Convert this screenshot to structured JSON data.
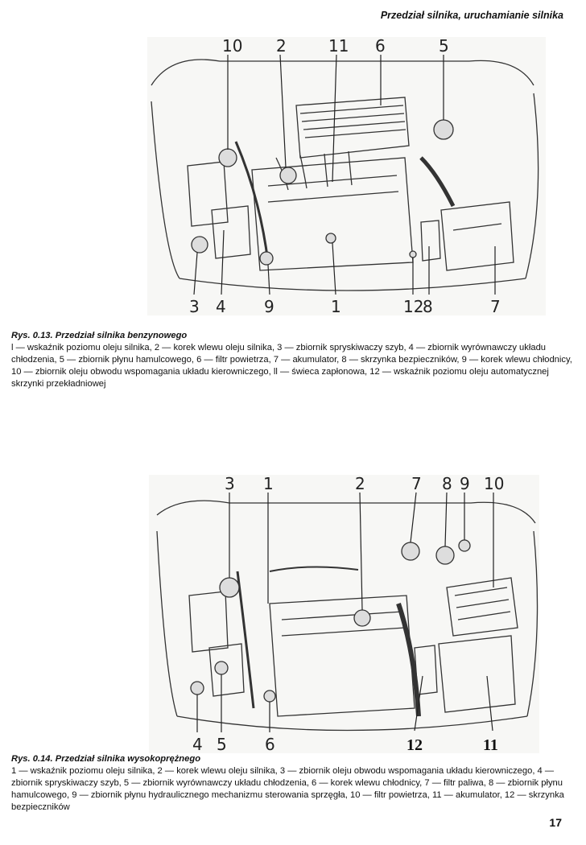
{
  "header": {
    "title": "Przedział silnika, uruchamianie silnika"
  },
  "figure1": {
    "labels_top": [
      "10",
      "2",
      "11",
      "6",
      "5"
    ],
    "labels_bottom": [
      "3",
      "4",
      "9",
      "1",
      "12",
      "8",
      "7"
    ]
  },
  "caption1": {
    "title": "Rys. 0.13. Przedział silnika benzynowego",
    "text": "l — wskaźnik poziomu oleju silnika, 2 — korek wlewu oleju silnika, 3 — zbiornik spryskiwaczy szyb, 4 — zbiornik wyrównawczy układu chłodzenia, 5 — zbiornik płynu hamulcowego, 6 — filtr powietrza, 7 — akumulator, 8 — skrzynka bezpieczników, 9 — korek wlewu chłodnicy, 10 — zbiornik oleju obwodu wspomagania układu kierowniczego, ll — świeca zapłonowa, 12 — wskaźnik poziomu oleju automatycznej skrzynki przekładniowej"
  },
  "figure2": {
    "labels_top": [
      "3",
      "1",
      "2",
      "7",
      "8",
      "9",
      "10"
    ],
    "labels_bottom": [
      "4",
      "5",
      "6",
      "12",
      "11"
    ]
  },
  "caption2": {
    "title": "Rys. 0.14. Przedział silnika wysokoprężnego",
    "text": "1 — wskaźnik poziomu oleju silnika, 2 — korek wlewu oleju silnika, 3 — zbiornik oleju obwodu wspomagania układu kierowniczego, 4 — zbiornik spryskiwaczy szyb, 5 — zbiornik wyrównawczy układu chłodzenia, 6 — korek wlewu chłodnicy, 7 — filtr paliwa, 8 — zbiornik płynu hamulcowego, 9 — zbiornik płynu hydraulicznego mechanizmu sterowania sprzęgła, 10 — filtr powietrza, 11 — akumulator, 12 — skrzynka bezpieczników"
  },
  "page_number": "17"
}
